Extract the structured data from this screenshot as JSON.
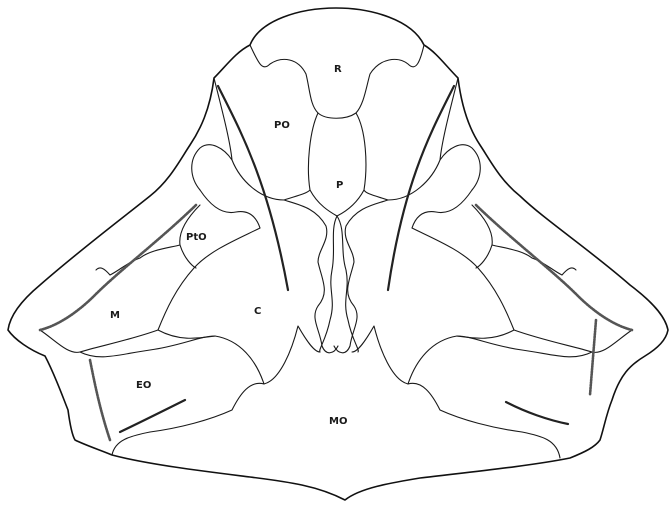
{
  "labels": {
    "r": "R",
    "po": "PO",
    "p": "P",
    "pto": "PtO",
    "c": "C",
    "m": "M",
    "eo": "EO",
    "mo": "MO"
  },
  "colors": {
    "line": "#111111",
    "background": "#ffffff"
  }
}
